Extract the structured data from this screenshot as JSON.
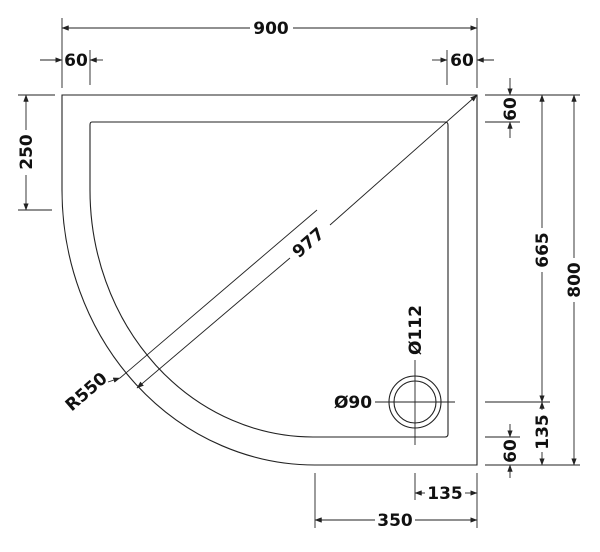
{
  "title": "Quadrant shower tray technical drawing",
  "units": "mm",
  "dimensions": {
    "overall_width": "900",
    "left_rim": "60",
    "right_rim": "60",
    "top_straight": "250",
    "top_rim": "60",
    "waste_to_top": "665",
    "overall_depth": "800",
    "waste_to_bottom": "135",
    "bottom_rim": "60",
    "waste_to_right": "135",
    "straight_bottom": "350",
    "diagonal": "977",
    "radius": "R550",
    "waste_outer": "Ø112",
    "waste_inner": "Ø90"
  },
  "colors": {
    "line": "#222222",
    "background": "#ffffff"
  }
}
